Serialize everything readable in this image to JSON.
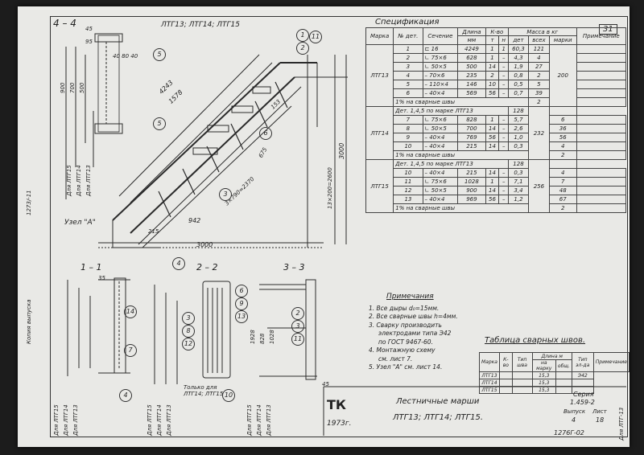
{
  "sheet": {
    "page_number": "31",
    "doc_code": "1276Г-02"
  },
  "sections": {
    "s44": "4 – 4",
    "s44_marks": "ЛТГ13; ЛТГ14; ЛТГ15",
    "s11": "1 – 1",
    "s22": "2 – 2",
    "s33": "3 – 3",
    "node": "Узел \"А\"",
    "only_for": "Только для ЛТГ14; ЛТГ15"
  },
  "dims": {
    "d4243": "4243",
    "d1578": "1578",
    "d3000": "3000",
    "d200": "200",
    "d900": "900",
    "d700": "700",
    "d500": "500",
    "d95": "95",
    "d408040": "40 80 40",
    "d153": "153",
    "d675": "675",
    "d942": "942",
    "d215": "215",
    "d1928": "1928",
    "d828": "828",
    "d1028": "1028",
    "d13x200": "13×200=2600",
    "d3x790": "3×790=2370",
    "d45": "45",
    "d35": "35"
  },
  "vert_labels": {
    "ltg15": "Для ЛТГ15",
    "ltg14": "Для ЛТГ14",
    "ltg13": "Для ЛТГ13"
  },
  "callouts": [
    "1",
    "2",
    "3",
    "4",
    "5",
    "6",
    "7",
    "8",
    "9",
    "10",
    "11",
    "12",
    "13",
    "14"
  ],
  "spec": {
    "title": "Спецификация",
    "headers": {
      "mark": "Марка",
      "det": "№ дет.",
      "section": "Сечение",
      "length": "Длина",
      "length_unit": "мм",
      "qty": "К-во",
      "qty_t": "т",
      "qty_n": "н",
      "mass": "Масса в кг",
      "mass_det": "дет",
      "mass_all": "всех",
      "mass_mark": "марки",
      "note": "Примечание"
    },
    "groups": [
      {
        "mark": "ЛТГ13",
        "mass_mark": "200",
        "rows": [
          {
            "det": "1",
            "sec": "⊏ 16",
            "len": "4249",
            "t": "1",
            "n": "1",
            "md": "60,3",
            "ma": "121"
          },
          {
            "det": "2",
            "sec": "∟ 75×6",
            "len": "628",
            "t": "1",
            "n": "–",
            "md": "4,3",
            "ma": "4"
          },
          {
            "det": "3",
            "sec": "∟ 50×5",
            "len": "500",
            "t": "14",
            "n": "–",
            "md": "1,9",
            "ma": "27"
          },
          {
            "det": "4",
            "sec": "– 70×6",
            "len": "235",
            "t": "2",
            "n": "–",
            "md": "0,8",
            "ma": "2"
          },
          {
            "det": "5",
            "sec": "– 110×4",
            "len": "146",
            "t": "10",
            "n": "–",
            "md": "0,5",
            "ma": "5"
          },
          {
            "det": "6",
            "sec": "– 40×4",
            "len": "569",
            "t": "56",
            "n": "–",
            "md": "0,7",
            "ma": "39"
          }
        ],
        "weld": "1% на сварные швы",
        "weld_val": "2"
      },
      {
        "mark": "ЛТГ14",
        "mass_mark": "232",
        "ref": "Дет. 1,4,5 по марке ЛТГ13",
        "ref_val": "128",
        "rows": [
          {
            "det": "7",
            "sec": "∟ 75×6",
            "len": "828",
            "t": "1",
            "n": "–",
            "md": "5,7",
            "ma": "6"
          },
          {
            "det": "8",
            "sec": "∟ 50×5",
            "len": "700",
            "t": "14",
            "n": "–",
            "md": "2,6",
            "ma": "36"
          },
          {
            "det": "9",
            "sec": "– 40×4",
            "len": "769",
            "t": "56",
            "n": "–",
            "md": "1,0",
            "ma": "56"
          },
          {
            "det": "10",
            "sec": "– 40×4",
            "len": "215",
            "t": "14",
            "n": "–",
            "md": "0,3",
            "ma": "4"
          }
        ],
        "weld": "1% на сварные швы",
        "weld_val": "2"
      },
      {
        "mark": "ЛТГ15",
        "mass_mark": "256",
        "ref": "Дет. 1,4,5 по марке ЛТГ13",
        "ref_val": "128",
        "rows": [
          {
            "det": "10",
            "sec": "– 40×4",
            "len": "215",
            "t": "14",
            "n": "–",
            "md": "0,3",
            "ma": "4"
          },
          {
            "det": "11",
            "sec": "∟ 75×6",
            "len": "1028",
            "t": "1",
            "n": "–",
            "md": "7,1",
            "ma": "7"
          },
          {
            "det": "12",
            "sec": "∟ 50×5",
            "len": "900",
            "t": "14",
            "n": "–",
            "md": "3,4",
            "ma": "48"
          },
          {
            "det": "13",
            "sec": "– 40×4",
            "len": "969",
            "t": "56",
            "n": "–",
            "md": "1,2",
            "ma": "67"
          }
        ],
        "weld": "1% на сварные швы",
        "weld_val": "2"
      }
    ]
  },
  "notes": {
    "title": "Примечания",
    "items": [
      "1. Все дыры d₀=15мм.",
      "2. Все сварные швы h=4мм.",
      "3. Сварку производить",
      "    электродами типа Э42",
      "    по ГОСТ 9467-60.",
      "4. Монтажную схему",
      "    см. лист 7.",
      "5. Узел \"А\" см. лист 14."
    ]
  },
  "weld_table": {
    "title": "Таблица сварных швов.",
    "headers": [
      "Марка",
      "К-во",
      "Тип шва",
      "Длина м",
      "Тип эл-да",
      "Примечание"
    ],
    "sub": [
      "",
      "",
      "",
      "на марку",
      "общ.",
      "",
      ""
    ],
    "rows": [
      [
        "ЛТГ13",
        "",
        "",
        "15,3",
        "",
        "Э42",
        ""
      ],
      [
        "ЛТГ14",
        "",
        "",
        "15,3",
        "",
        "",
        ""
      ],
      [
        "ЛТГ15",
        "",
        "",
        "15,3",
        "",
        "",
        ""
      ]
    ]
  },
  "stamp": {
    "tk": "ТК",
    "year": "1973г.",
    "title1": "Лестничные марши",
    "title2": "ЛТГ13; ЛТГ14; ЛТГ15.",
    "series_label": "Серия",
    "series": "1.459-2",
    "issue_label": "Выпуск",
    "sheet_label": "Лист",
    "issue": "4",
    "sheet": "18"
  },
  "margin": {
    "left_top": "1273/-11",
    "left_mid": "Копия выпуска",
    "right_top": "Для ЛТГ-13"
  }
}
